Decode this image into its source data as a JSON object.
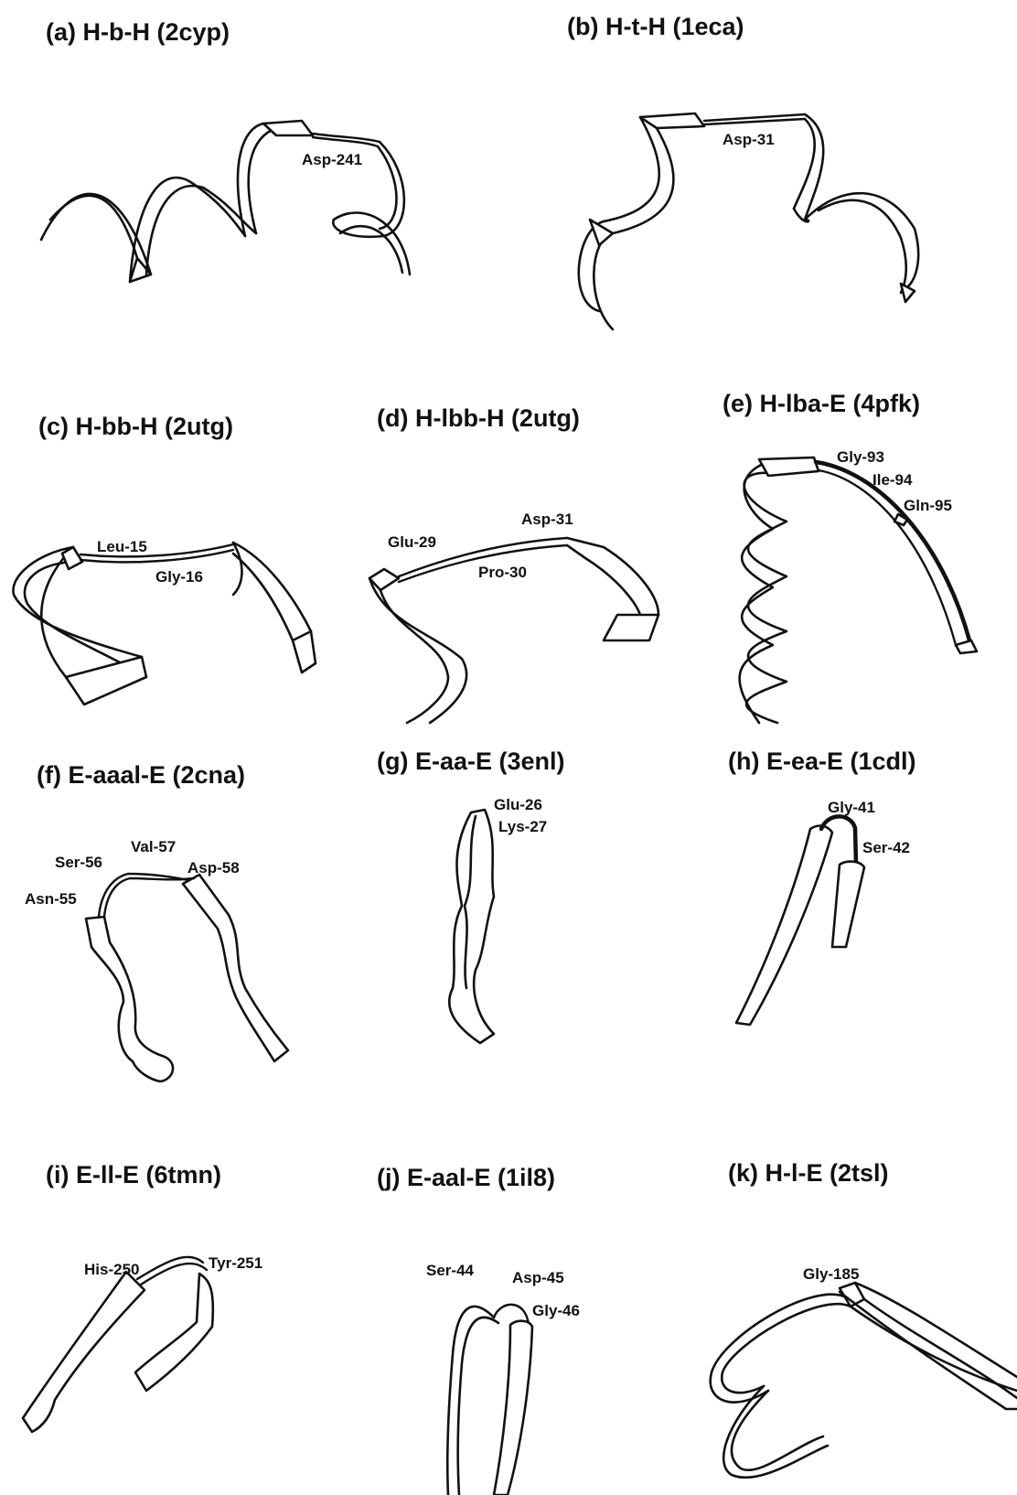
{
  "panels": [
    {
      "id": "a",
      "title": "(a) H-b-H (2cyp)",
      "residues": [
        "Asp-241"
      ]
    },
    {
      "id": "b",
      "title": "(b) H-t-H (1eca)",
      "residues": [
        "Asp-31"
      ]
    },
    {
      "id": "c",
      "title": "(c) H-bb-H (2utg)",
      "residues": [
        "Leu-15",
        "Gly-16"
      ]
    },
    {
      "id": "d",
      "title": "(d) H-lbb-H (2utg)",
      "residues": [
        "Glu-29",
        "Asp-31",
        "Pro-30"
      ]
    },
    {
      "id": "e",
      "title": "(e) H-lba-E (4pfk)",
      "residues": [
        "Gly-93",
        "Ile-94",
        "Gln-95"
      ]
    },
    {
      "id": "f",
      "title": "(f) E-aaal-E (2cna)",
      "residues": [
        "Ser-56",
        "Val-57",
        "Asp-58",
        "Asn-55"
      ]
    },
    {
      "id": "g",
      "title": "(g) E-aa-E (3enl)",
      "residues": [
        "Glu-26",
        "Lys-27"
      ]
    },
    {
      "id": "h",
      "title": "(h) E-ea-E (1cdl)",
      "residues": [
        "Gly-41",
        "Ser-42"
      ]
    },
    {
      "id": "i",
      "title": "(i) E-ll-E (6tmn)",
      "residues": [
        "His-250",
        "Tyr-251"
      ]
    },
    {
      "id": "j",
      "title": "(j) E-aal-E (1il8)",
      "residues": [
        "Ser-44",
        "Asp-45",
        "Gly-46"
      ]
    },
    {
      "id": "k",
      "title": "(k) H-l-E (2tsl)",
      "residues": [
        "Gly-185"
      ]
    }
  ]
}
